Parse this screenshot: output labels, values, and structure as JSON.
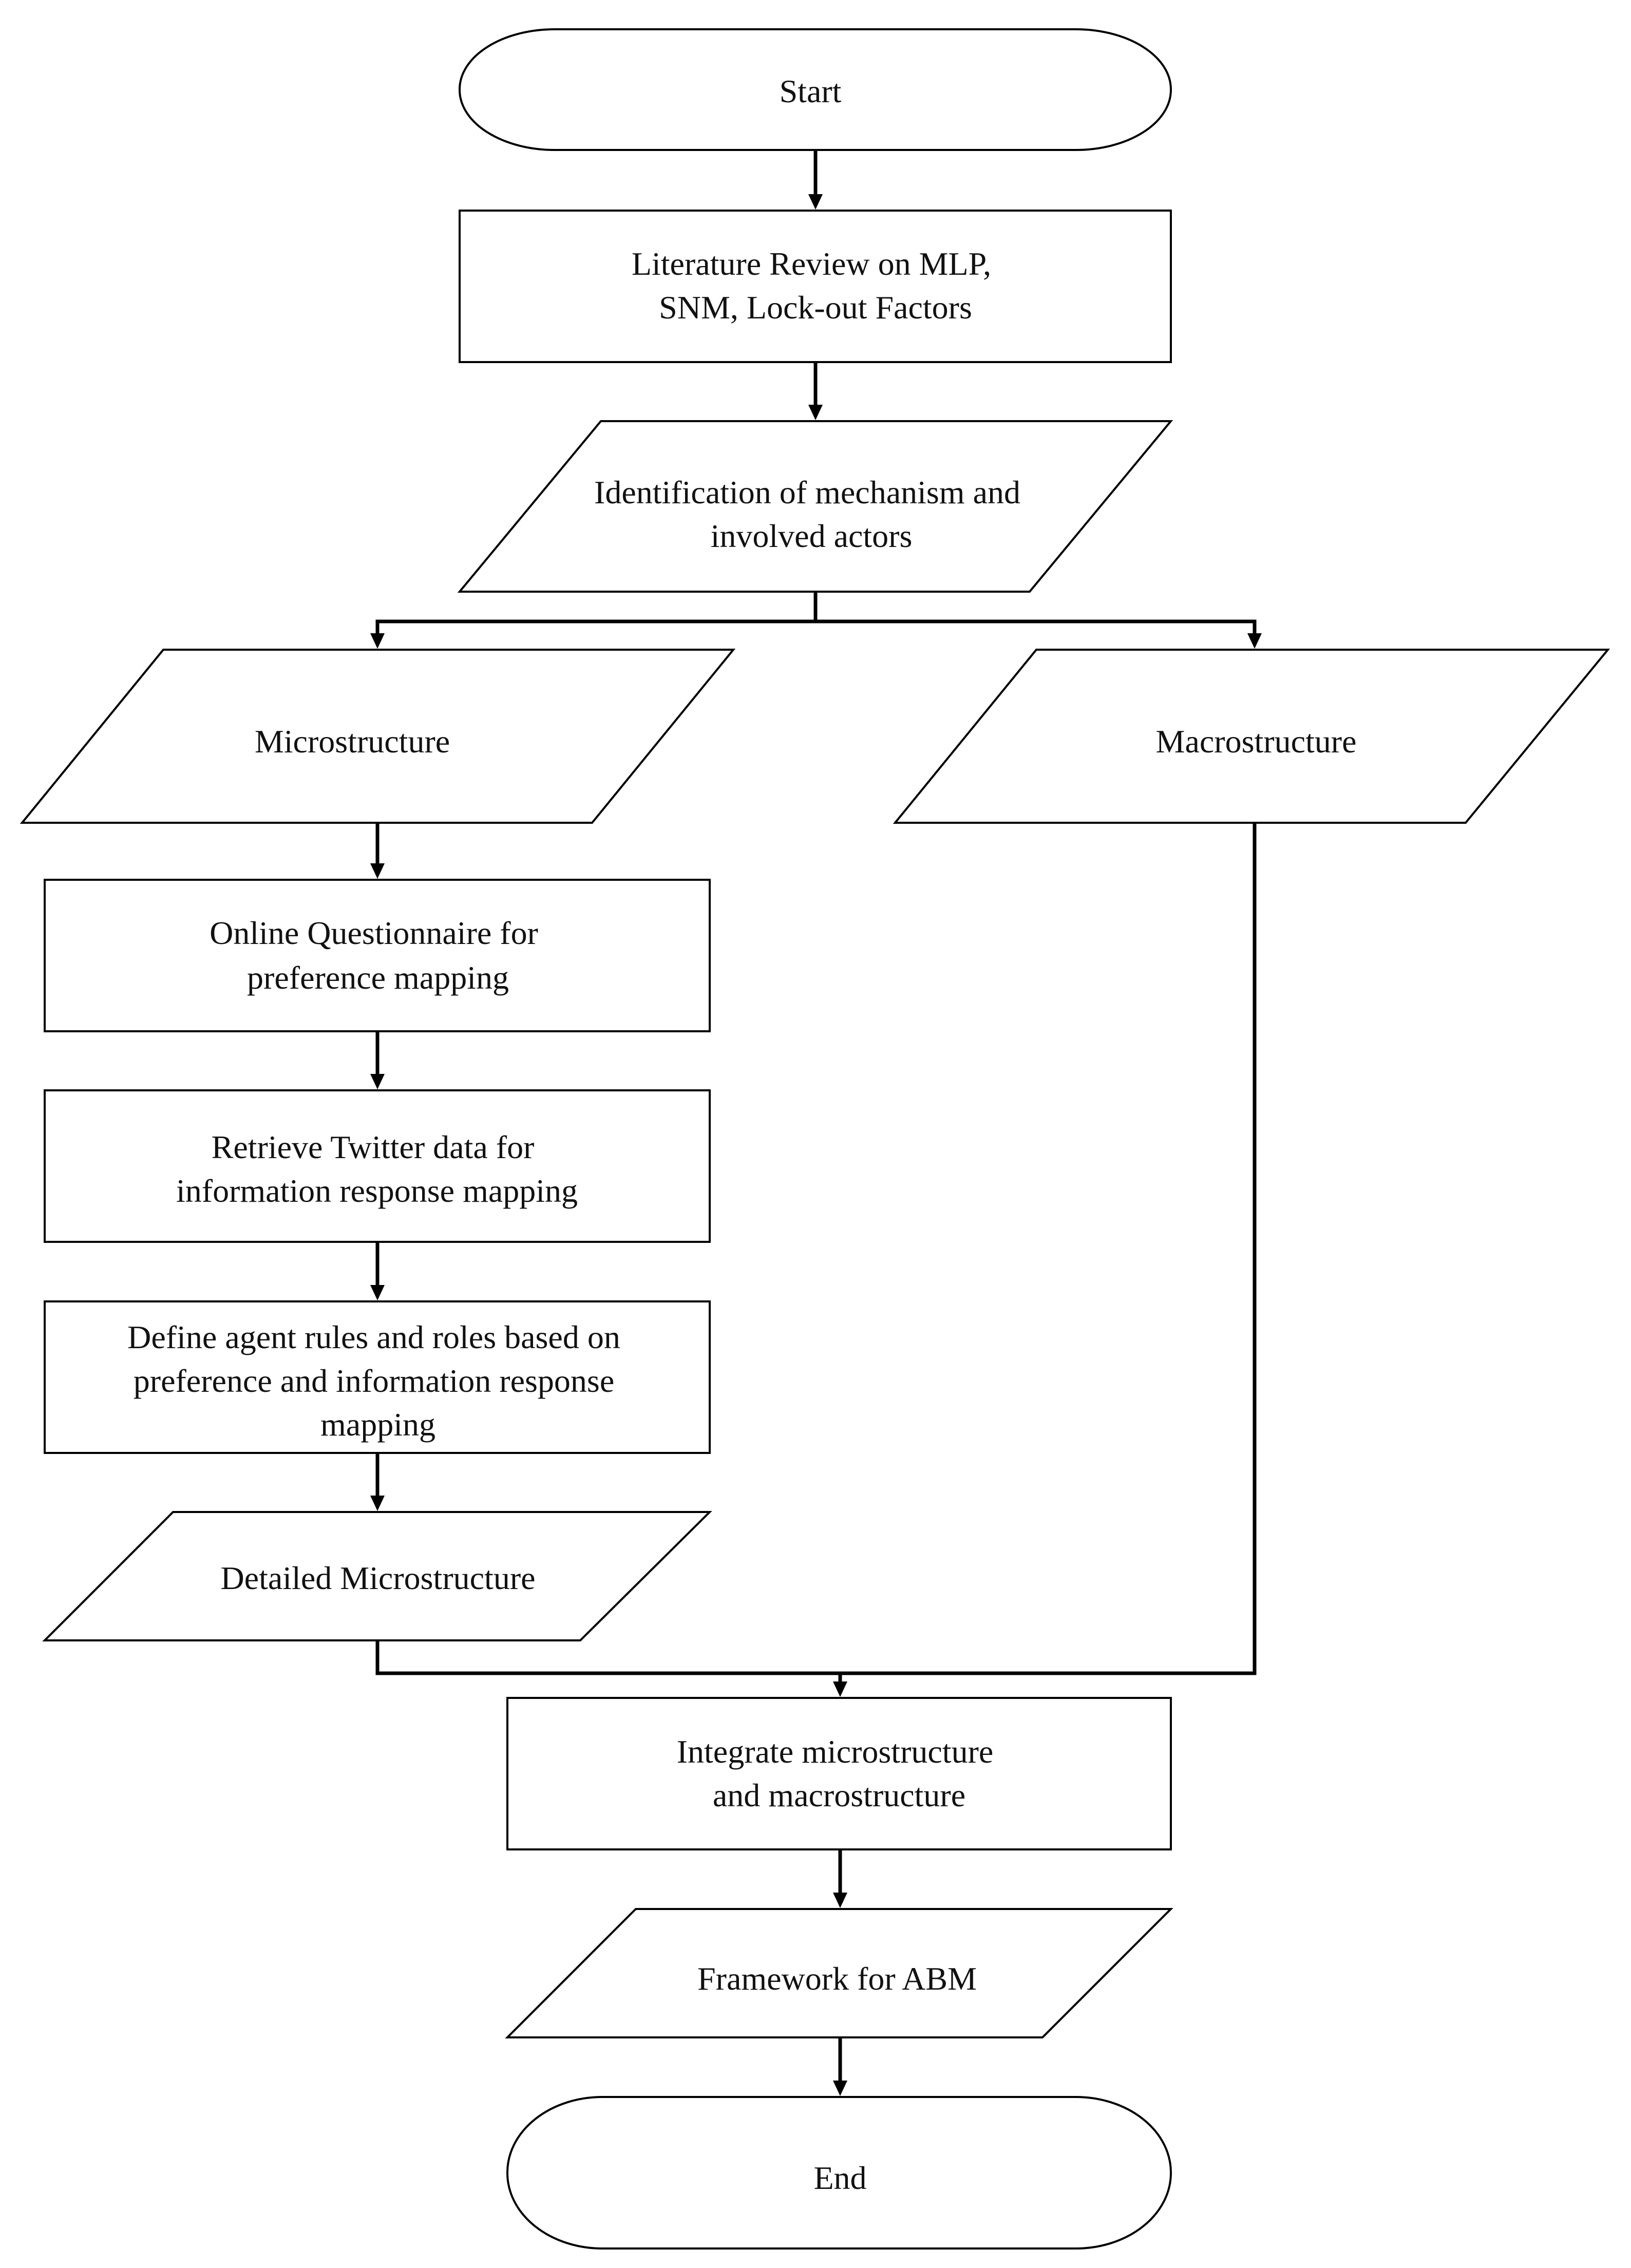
{
  "diagram": {
    "type": "flowchart",
    "nodes": {
      "start": {
        "shape": "terminator",
        "lines": [
          "Start"
        ]
      },
      "literature_review": {
        "shape": "process",
        "lines": [
          "Literature Review on MLP,",
          "SNM, Lock-out Factors"
        ]
      },
      "identification": {
        "shape": "data",
        "lines": [
          "Identification of mechanism and",
          "involved actors"
        ]
      },
      "microstructure": {
        "shape": "data",
        "lines": [
          "Microstructure"
        ]
      },
      "macrostructure": {
        "shape": "data",
        "lines": [
          "Macrostructure"
        ]
      },
      "online_questionnaire": {
        "shape": "process",
        "lines": [
          "Online Questionnaire for",
          "preference mapping"
        ]
      },
      "retrieve_twitter": {
        "shape": "process",
        "lines": [
          "Retrieve Twitter data for",
          "information response mapping"
        ]
      },
      "define_agent_rules": {
        "shape": "process",
        "lines": [
          "Define agent rules and roles based on",
          "preference and information response",
          "mapping"
        ]
      },
      "detailed_microstructure": {
        "shape": "data",
        "lines": [
          "Detailed Microstructure"
        ]
      },
      "integrate": {
        "shape": "process",
        "lines": [
          "Integrate microstructure",
          "and macrostructure"
        ]
      },
      "framework": {
        "shape": "data",
        "lines": [
          "Framework for ABM"
        ]
      },
      "end": {
        "shape": "terminator",
        "lines": [
          "End"
        ]
      }
    },
    "edges": [
      {
        "from": "start",
        "to": "literature_review"
      },
      {
        "from": "literature_review",
        "to": "identification"
      },
      {
        "from": "identification",
        "to": "microstructure"
      },
      {
        "from": "identification",
        "to": "macrostructure"
      },
      {
        "from": "microstructure",
        "to": "online_questionnaire"
      },
      {
        "from": "online_questionnaire",
        "to": "retrieve_twitter"
      },
      {
        "from": "retrieve_twitter",
        "to": "define_agent_rules"
      },
      {
        "from": "define_agent_rules",
        "to": "detailed_microstructure"
      },
      {
        "from": "detailed_microstructure",
        "to": "integrate"
      },
      {
        "from": "macrostructure",
        "to": "integrate"
      },
      {
        "from": "integrate",
        "to": "framework"
      },
      {
        "from": "framework",
        "to": "end"
      }
    ]
  }
}
